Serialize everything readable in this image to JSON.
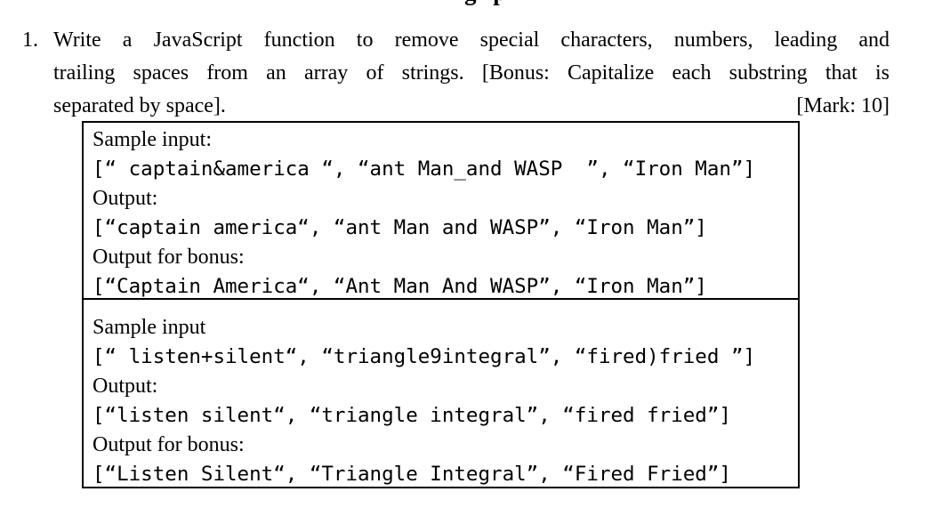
{
  "colors": {
    "background": "#ffffff",
    "text": "#000000",
    "box_border": "#000000"
  },
  "heading_fragment": "g p",
  "question": {
    "number": "1.",
    "line1": "Write a JavaScript function to remove special characters, numbers, leading and",
    "line2": "trailing spaces from an array of strings. [Bonus: Capitalize each substring that is",
    "line3": "separated by space].",
    "mark": "[Mark: 10]"
  },
  "example_box_1": {
    "sample_input_label": "Sample input:",
    "sample_input_code": "[“ captain&america “, “ant Man_and WASP  ”, “Iron Man”]",
    "output_label": "Output:",
    "output_code": "[“captain america“, “ant Man and WASP”, “Iron Man”]",
    "bonus_label": "Output for bonus:",
    "bonus_code": "[“Captain America“, “Ant Man And WASP”, “Iron Man”]"
  },
  "example_box_2": {
    "sample_input_label": "Sample input",
    "sample_input_code": "[“ listen+silent“, “triangle9integral”, “fired)fried ”]",
    "output_label": "Output:",
    "output_code": "[“listen silent“, “triangle integral”, “fired fried”]",
    "bonus_label": "Output for bonus:",
    "bonus_code": "[“Listen Silent“, “Triangle Integral”, “Fired Fried”]"
  }
}
